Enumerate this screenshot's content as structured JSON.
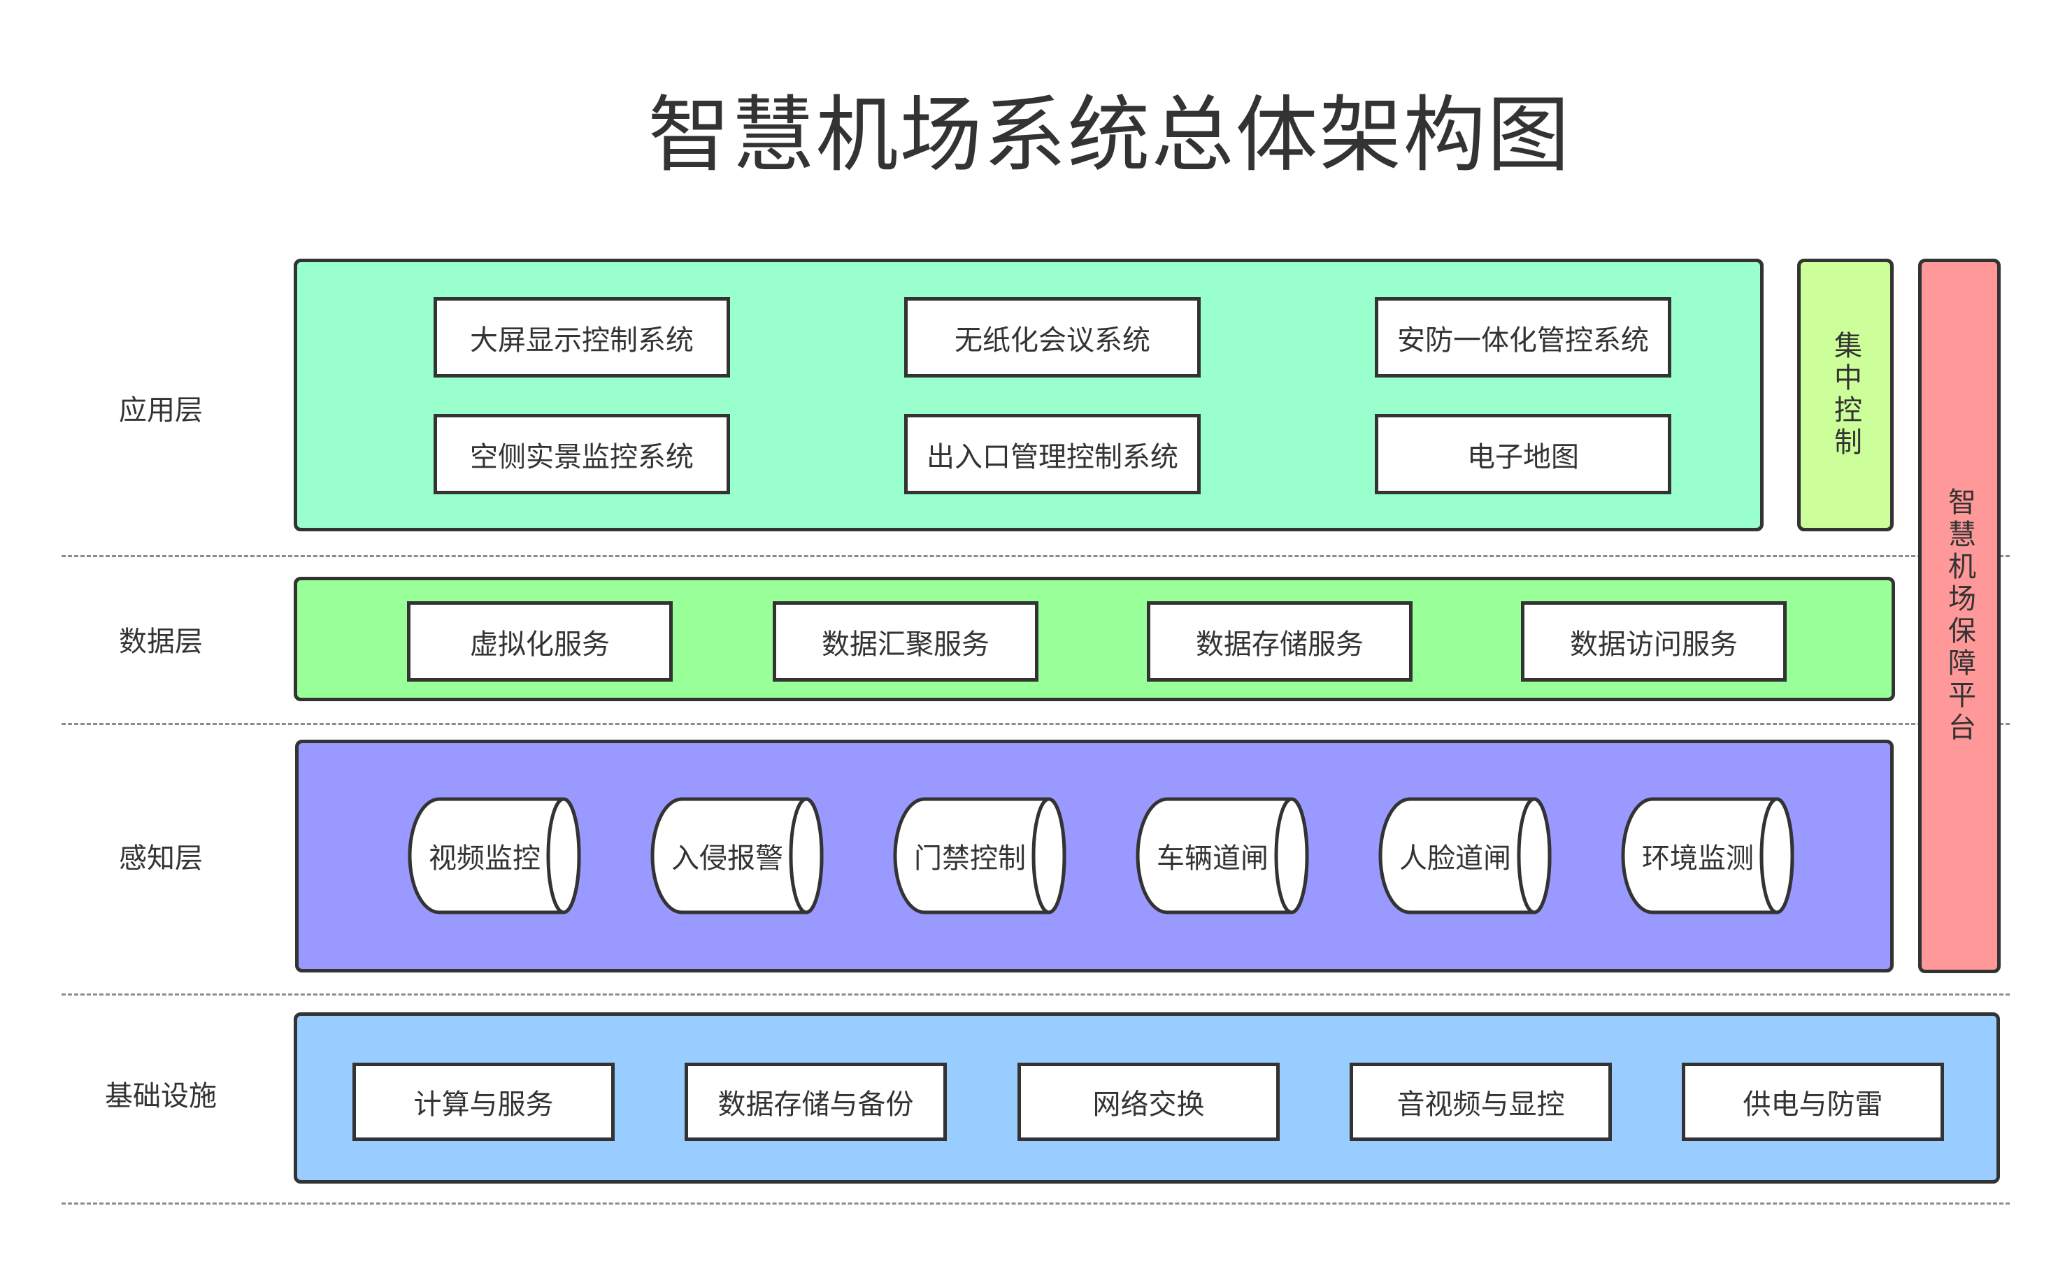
{
  "title": "智慧机场系统总体架构图",
  "layers": {
    "app": {
      "label": "应用层",
      "color": "#99FFCC",
      "items": [
        "大屏显示控制系统",
        "无纸化会议系统",
        "安防一体化管控系统",
        "空侧实景监控系统",
        "出入口管理控制系统",
        "电子地图"
      ]
    },
    "data": {
      "label": "数据层",
      "color": "#99FF99",
      "items": [
        "虚拟化服务",
        "数据汇聚服务",
        "数据存储服务",
        "数据访问服务"
      ]
    },
    "perception": {
      "label": "感知层",
      "color": "#9999FF",
      "items": [
        "视频监控",
        "入侵报警",
        "门禁控制",
        "车辆道闸",
        "人脸道闸",
        "环境监测"
      ]
    },
    "infra": {
      "label": "基础设施",
      "color": "#99CCFF",
      "items": [
        "计算与服务",
        "数据存储与备份",
        "网络交换",
        "音视频与显控",
        "供电与防雷"
      ]
    }
  },
  "side": {
    "central_control": {
      "label": "集中控制",
      "color": "#CCFF99"
    },
    "guarantee_platform": {
      "label": "智慧机场保障平台",
      "color": "#FF9999"
    }
  }
}
